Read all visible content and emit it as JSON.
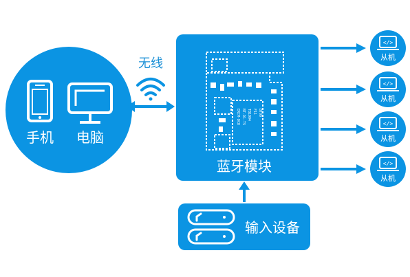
{
  "colors": {
    "primary": "#0b94e3",
    "white": "#ffffff",
    "accent_text": "#1a8fd6"
  },
  "devices": {
    "phone_label": "手机",
    "computer_label": "电脑"
  },
  "link": {
    "label": "无线",
    "icon": "wifi-icon"
  },
  "module": {
    "label": "蓝牙模块",
    "chip_texts": [
      "ERCM-DCD",
      "BT-D1-T5",
      "TB1004",
      "F11",
      "BT90"
    ]
  },
  "input": {
    "label": "输入设备"
  },
  "slaves": [
    {
      "label": "从机",
      "icon": "code-laptop-icon"
    },
    {
      "label": "从机",
      "icon": "code-laptop-icon"
    },
    {
      "label": "从机",
      "icon": "code-laptop-icon"
    },
    {
      "label": "从机",
      "icon": "code-laptop-icon"
    }
  ]
}
